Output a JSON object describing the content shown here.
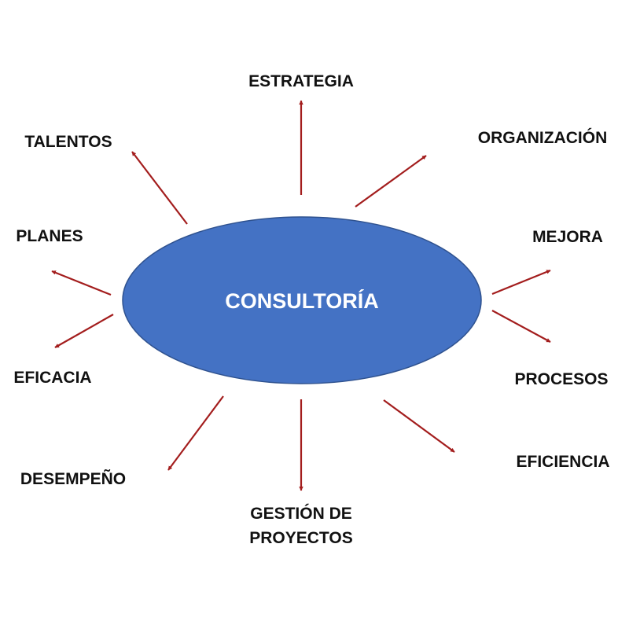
{
  "center": {
    "label": "CONSULTORÍA",
    "fill_color": "#4472C4",
    "stroke_color": "#2F528F",
    "text_color": "#FFFFFF"
  },
  "arrow_color": "#A31D1D",
  "label_color": "#111111",
  "nodes": [
    {
      "id": "estrategia",
      "lines": [
        "ESTRATEGIA"
      ]
    },
    {
      "id": "organizacion",
      "lines": [
        "ORGANIZACIÓN"
      ]
    },
    {
      "id": "mejora",
      "lines": [
        "MEJORA"
      ]
    },
    {
      "id": "procesos",
      "lines": [
        "PROCESOS"
      ]
    },
    {
      "id": "eficiencia",
      "lines": [
        "EFICIENCIA"
      ]
    },
    {
      "id": "gestion-de-proyectos",
      "lines": [
        "GESTIÓN DE",
        "PROYECTOS"
      ]
    },
    {
      "id": "desempeno",
      "lines": [
        "DESEMPEÑO"
      ]
    },
    {
      "id": "eficacia",
      "lines": [
        "EFICACIA"
      ]
    },
    {
      "id": "planes",
      "lines": [
        "PLANES"
      ]
    },
    {
      "id": "talentos",
      "lines": [
        "TALENTOS"
      ]
    }
  ]
}
